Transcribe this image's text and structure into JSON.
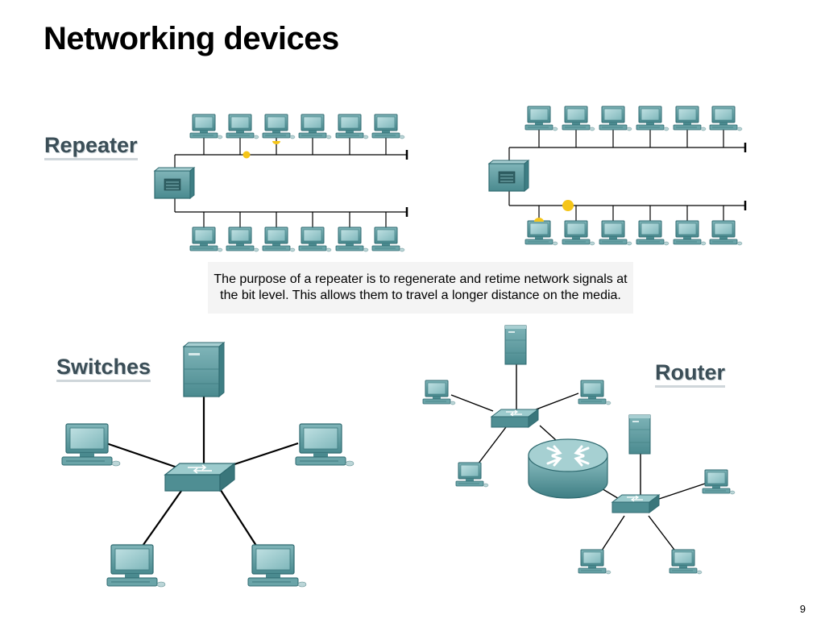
{
  "page": {
    "title": "Networking devices",
    "page_number": "9"
  },
  "labels": {
    "repeater": "Repeater",
    "switches": "Switches",
    "router": "Router"
  },
  "caption": "The purpose of a repeater is to regenerate and retime network signals at the bit level. This allows them to travel a longer distance on the media.",
  "colors": {
    "device_teal": "#5e9ca0",
    "device_dark": "#2f6a70",
    "signal_dot": "#f5c518",
    "label_text": "#3b4e57"
  },
  "icons": [
    "computer-icon",
    "repeater-icon",
    "switch-icon",
    "server-icon",
    "router-icon"
  ]
}
